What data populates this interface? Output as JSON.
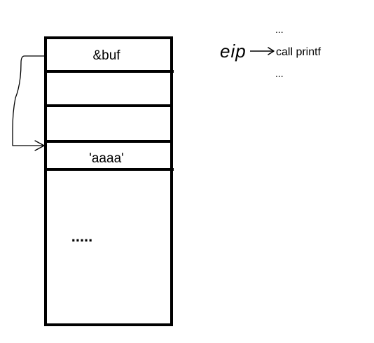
{
  "stack": {
    "slots": [
      {
        "label": "&buf"
      },
      {
        "label": ""
      },
      {
        "label": ""
      },
      {
        "label": "'aaaa'"
      },
      {
        "label": "....."
      }
    ]
  },
  "code": {
    "register": "eip",
    "ellipsis_top": "...",
    "instruction": "call printf",
    "ellipsis_bottom": "..."
  },
  "colors": {
    "ink": "#000000",
    "background": "#ffffff"
  }
}
